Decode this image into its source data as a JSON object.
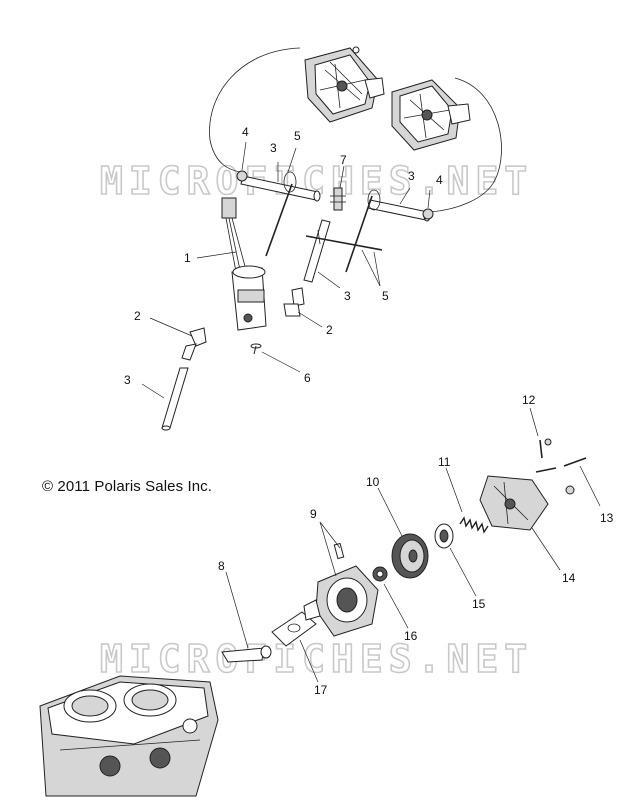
{
  "copyright": "© 2011 Polaris Sales Inc.",
  "watermark": "MICROFICHES.NET",
  "callouts": [
    {
      "id": "c1",
      "label": "1"
    },
    {
      "id": "c2a",
      "label": "2"
    },
    {
      "id": "c2b",
      "label": "2"
    },
    {
      "id": "c3a",
      "label": "3"
    },
    {
      "id": "c3b",
      "label": "3"
    },
    {
      "id": "c3c",
      "label": "3"
    },
    {
      "id": "c3d",
      "label": "3"
    },
    {
      "id": "c4a",
      "label": "4"
    },
    {
      "id": "c4b",
      "label": "4"
    },
    {
      "id": "c5a",
      "label": "5"
    },
    {
      "id": "c5b",
      "label": "5"
    },
    {
      "id": "c6",
      "label": "6"
    },
    {
      "id": "c7",
      "label": "7"
    },
    {
      "id": "c8",
      "label": "8"
    },
    {
      "id": "c9",
      "label": "9"
    },
    {
      "id": "c10",
      "label": "10"
    },
    {
      "id": "c11",
      "label": "11"
    },
    {
      "id": "c12",
      "label": "12"
    },
    {
      "id": "c13",
      "label": "13"
    },
    {
      "id": "c14",
      "label": "14"
    },
    {
      "id": "c15",
      "label": "15"
    },
    {
      "id": "c16",
      "label": "16"
    },
    {
      "id": "c17",
      "label": "17"
    }
  ]
}
